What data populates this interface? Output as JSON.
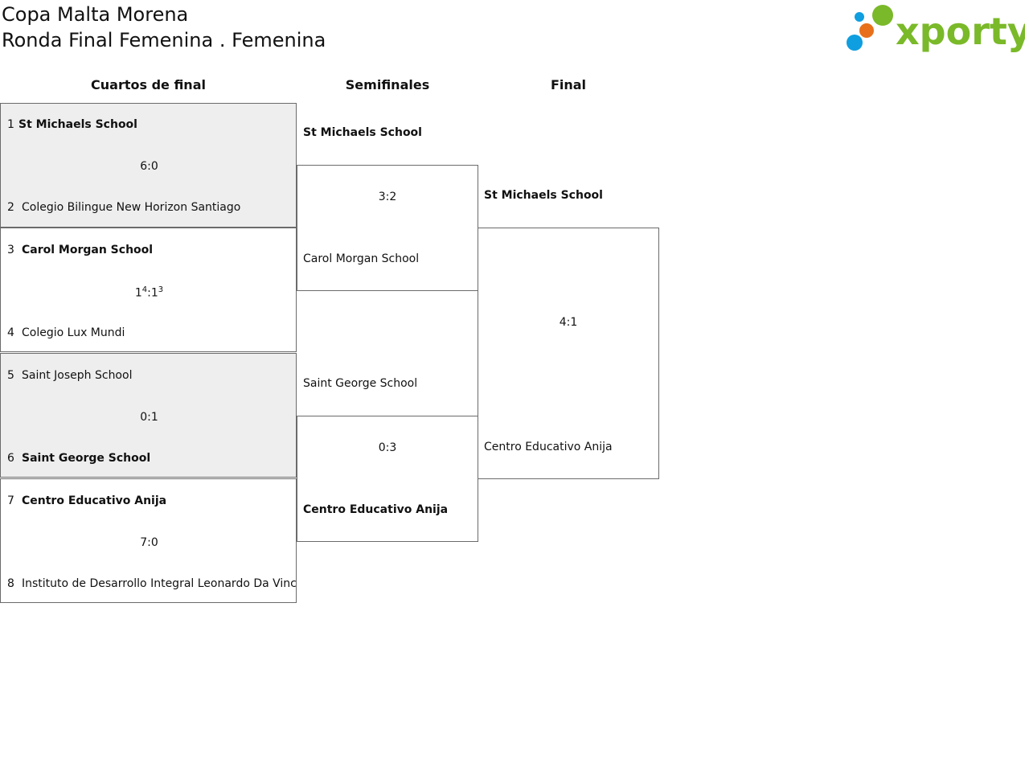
{
  "header": {
    "title_line1": "Copa Malta Morena",
    "title_line2": "Ronda Final Femenina . Femenina",
    "logo_text": "xporty"
  },
  "rounds": {
    "quarterfinals": "Cuartos de final",
    "semifinals": "Semifinales",
    "final": "Final"
  },
  "quarterfinals": [
    {
      "seed_a": "1",
      "team_a": "St Michaels School",
      "seed_b": "2",
      "team_b": "Colegio Bilingue New Horizon Santiago",
      "score": "6:0",
      "winner": "a"
    },
    {
      "seed_a": "3",
      "team_a": "Carol Morgan School",
      "seed_b": "4",
      "team_b": "Colegio Lux Mundi",
      "score_main_a": "1",
      "score_pen_a": "4",
      "score_sep": ":",
      "score_main_b": "1",
      "score_pen_b": "3",
      "winner": "a"
    },
    {
      "seed_a": "5",
      "team_a": "Saint Joseph School",
      "seed_b": "6",
      "team_b": "Saint George School",
      "score": "0:1",
      "winner": "b"
    },
    {
      "seed_a": "7",
      "team_a": "Centro Educativo Anija",
      "seed_b": "8",
      "team_b": "Instituto de Desarrollo Integral Leonardo Da Vinci",
      "score": "7:0",
      "winner": "a"
    }
  ],
  "semifinals": [
    {
      "team_a": "St Michaels School",
      "team_b": "Carol Morgan School",
      "score": "3:2",
      "winner": "a"
    },
    {
      "team_a": "Saint George School",
      "team_b": "Centro Educativo Anija",
      "score": "0:3",
      "winner": "b"
    }
  ],
  "final": {
    "team_a": "St Michaels School",
    "team_b": "Centro Educativo Anija",
    "score": "4:1"
  },
  "colors": {
    "logo_green": "#7ab929",
    "logo_blue": "#0f9ee0",
    "logo_orange": "#e8701a",
    "shade": "#eeeeee",
    "border": "#6b6b6b"
  }
}
